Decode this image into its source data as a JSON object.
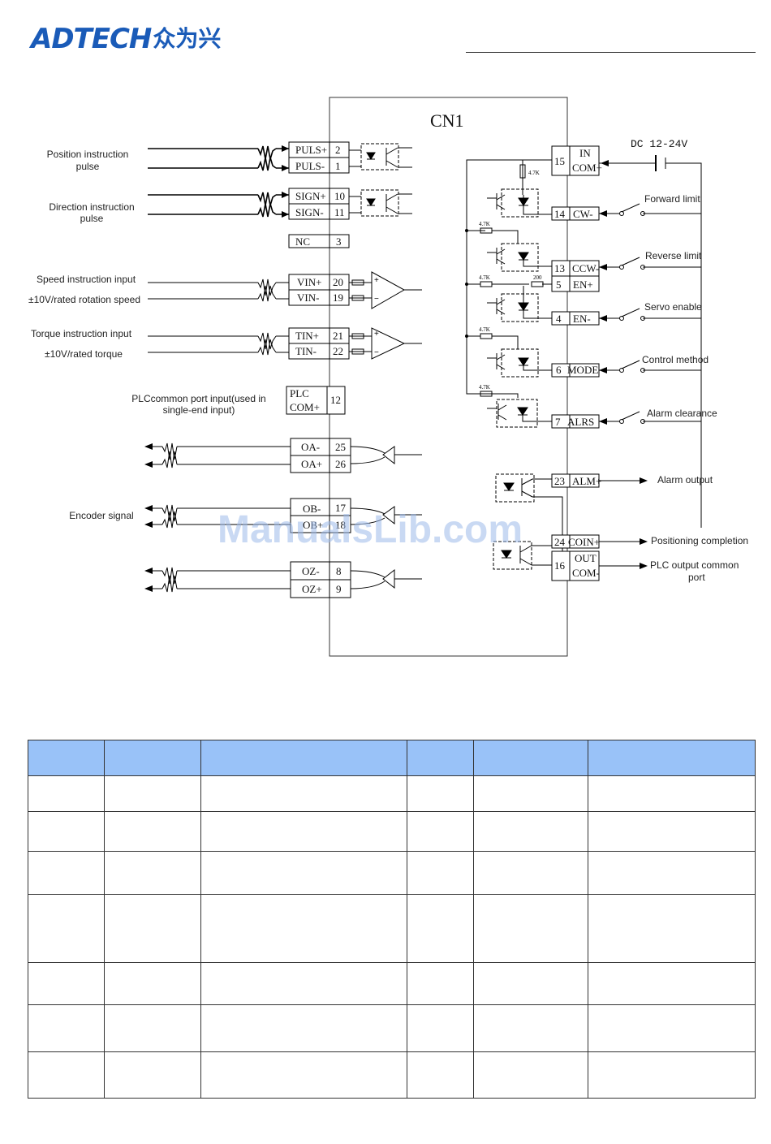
{
  "header": {
    "logo_text": "ADTECH",
    "logo_cn": "众为兴",
    "brand_color": "#1a5bb8"
  },
  "diagram": {
    "connector_title": "CN1",
    "power_label": "DC  12-24V",
    "left_labels": {
      "position_1": "Position instruction",
      "position_2": "pulse",
      "direction_1": "Direction instruction",
      "direction_2": "pulse",
      "speed_1": "Speed instruction input",
      "speed_2": "±10V/rated rotation speed",
      "torque_1": "Torque instruction input",
      "torque_2": "±10V/rated torque",
      "plc_1": "PLCcommon port input(used in",
      "plc_2": "single-end input)",
      "encoder": "Encoder signal"
    },
    "left_pins": [
      {
        "name": "PULS+",
        "num": "2"
      },
      {
        "name": "PULS-",
        "num": "1"
      },
      {
        "name": "SIGN+",
        "num": "10"
      },
      {
        "name": "SIGN-",
        "num": "11"
      },
      {
        "name": "NC",
        "num": "3"
      },
      {
        "name": "VIN+",
        "num": "20"
      },
      {
        "name": "VIN-",
        "num": "19"
      },
      {
        "name": "TIN+",
        "num": "21"
      },
      {
        "name": "TIN-",
        "num": "22"
      },
      {
        "name": "PLC",
        "num": "12"
      },
      {
        "name": "COM+",
        "num": ""
      },
      {
        "name": "OA-",
        "num": "25"
      },
      {
        "name": "OA+",
        "num": "26"
      },
      {
        "name": "OB-",
        "num": "17"
      },
      {
        "name": "OB+",
        "num": "18"
      },
      {
        "name": "OZ-",
        "num": "8"
      },
      {
        "name": "OZ+",
        "num": "9"
      }
    ],
    "right_pins": [
      {
        "num": "15",
        "name1": "IN",
        "name2": "COM+"
      },
      {
        "num": "14",
        "name1": "CW-",
        "name2": ""
      },
      {
        "num": "13",
        "name1": "CCW-",
        "name2": ""
      },
      {
        "num": "5",
        "name1": "EN+",
        "name2": ""
      },
      {
        "num": "4",
        "name1": "EN-",
        "name2": ""
      },
      {
        "num": "6",
        "name1": "MODE",
        "name2": ""
      },
      {
        "num": "7",
        "name1": "ALRS",
        "name2": ""
      },
      {
        "num": "23",
        "name1": "ALM+",
        "name2": ""
      },
      {
        "num": "24",
        "name1": "COIN+",
        "name2": ""
      },
      {
        "num": "16",
        "name1": "OUT",
        "name2": "COM-"
      }
    ],
    "right_labels": {
      "forward": "Forward limit",
      "reverse": "Reverse limit",
      "servo": "Servo enable",
      "control": "Control method",
      "alarm_clear": "Alarm clearance",
      "alarm_out": "Alarm output",
      "positioning": "Positioning completion",
      "plc_out_1": "PLC output common",
      "plc_out_2": "port"
    },
    "resistors": {
      "r1": "4.7K",
      "r2": "4.7K",
      "r3": "4.7K",
      "r4": "200",
      "r5": "4.7K",
      "r6": "4.7K"
    },
    "watermark": "ManualsLib.com"
  },
  "table": {
    "header_color": "#99c2f8",
    "column_count": 6,
    "row_count": 7
  }
}
